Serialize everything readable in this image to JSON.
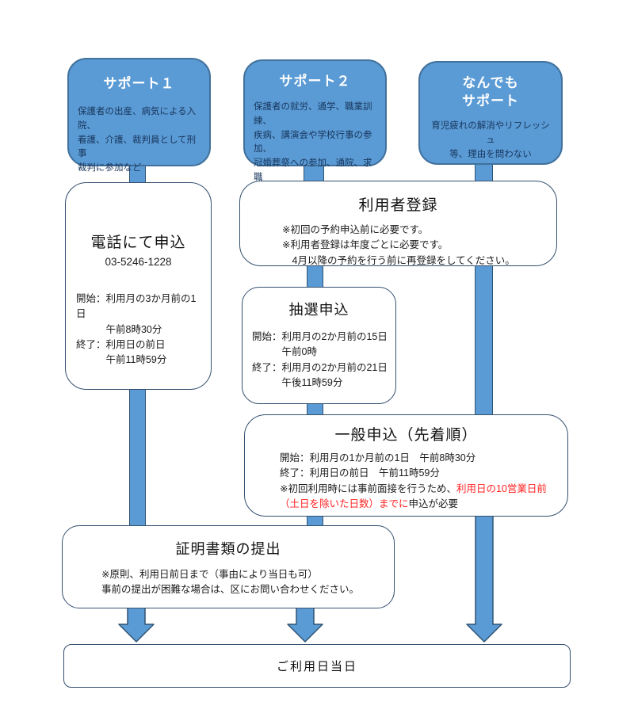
{
  "palette": {
    "accent_blue": "#5B9BD5",
    "header_border": "#41719C",
    "box_border": "#35506F",
    "connector_border": "#2F5373",
    "header_text": "#FFFFFF",
    "header_desc_text": "#17365D",
    "red_text": "#FF2222"
  },
  "headers": {
    "support1": {
      "title": "サポート１",
      "description": "保護者の出産、病気による入院、\n看護、介護、裁判員として刑事\n裁判に参加など"
    },
    "support2": {
      "title": "サポート２",
      "description": "保護者の就労、通学、職業訓練、\n疾病、講演会や学校行事の参加、\n冠婚葬祭への参加、通院、求職\n活動"
    },
    "nandemo": {
      "title": "なんでも\nサポート",
      "description": "育児疲れの解消やリフレッシュ\n等、理由を問わない"
    }
  },
  "boxes": {
    "phone_application": {
      "title": "電話にて申込",
      "phone": "03-5246-1228",
      "schedule": "開始：利用月の3か月前の1日\n　　　午前8時30分\n終了：利用日の前日\n　　　午前11時59分"
    },
    "user_registration": {
      "title": "利用者登録",
      "notes": "※初回の予約申込前に必要です。\n※利用者登録は年度ごとに必要です。\n　4月以降の予約を行う前に再登録をしてください。"
    },
    "lottery_application": {
      "title": "抽選申込",
      "schedule": "開始：利用月の2か月前の15日\n　　　午前0時\n終了：利用月の2か月前の21日\n　　　午後11時59分"
    },
    "general_application": {
      "title": "一般申込（先着順）",
      "line1": "開始：利用月の1か月前の1日　午前8時30分",
      "line2": "終了：利用日の前日　午前11時59分",
      "note_black_1": "※初回利用時には事前面接を行うため、",
      "note_red": "利用日の10営業日前\n（土日を除いた日数）までに",
      "note_black_2": "申込が必要"
    },
    "documents_submission": {
      "title": "証明書類の提出",
      "notes": "※原則、利用日前日まで（事由により当日も可）\n事前の提出が困難な場合は、区にお問い合わせください。"
    },
    "final": {
      "title": "ご利用日当日"
    }
  }
}
